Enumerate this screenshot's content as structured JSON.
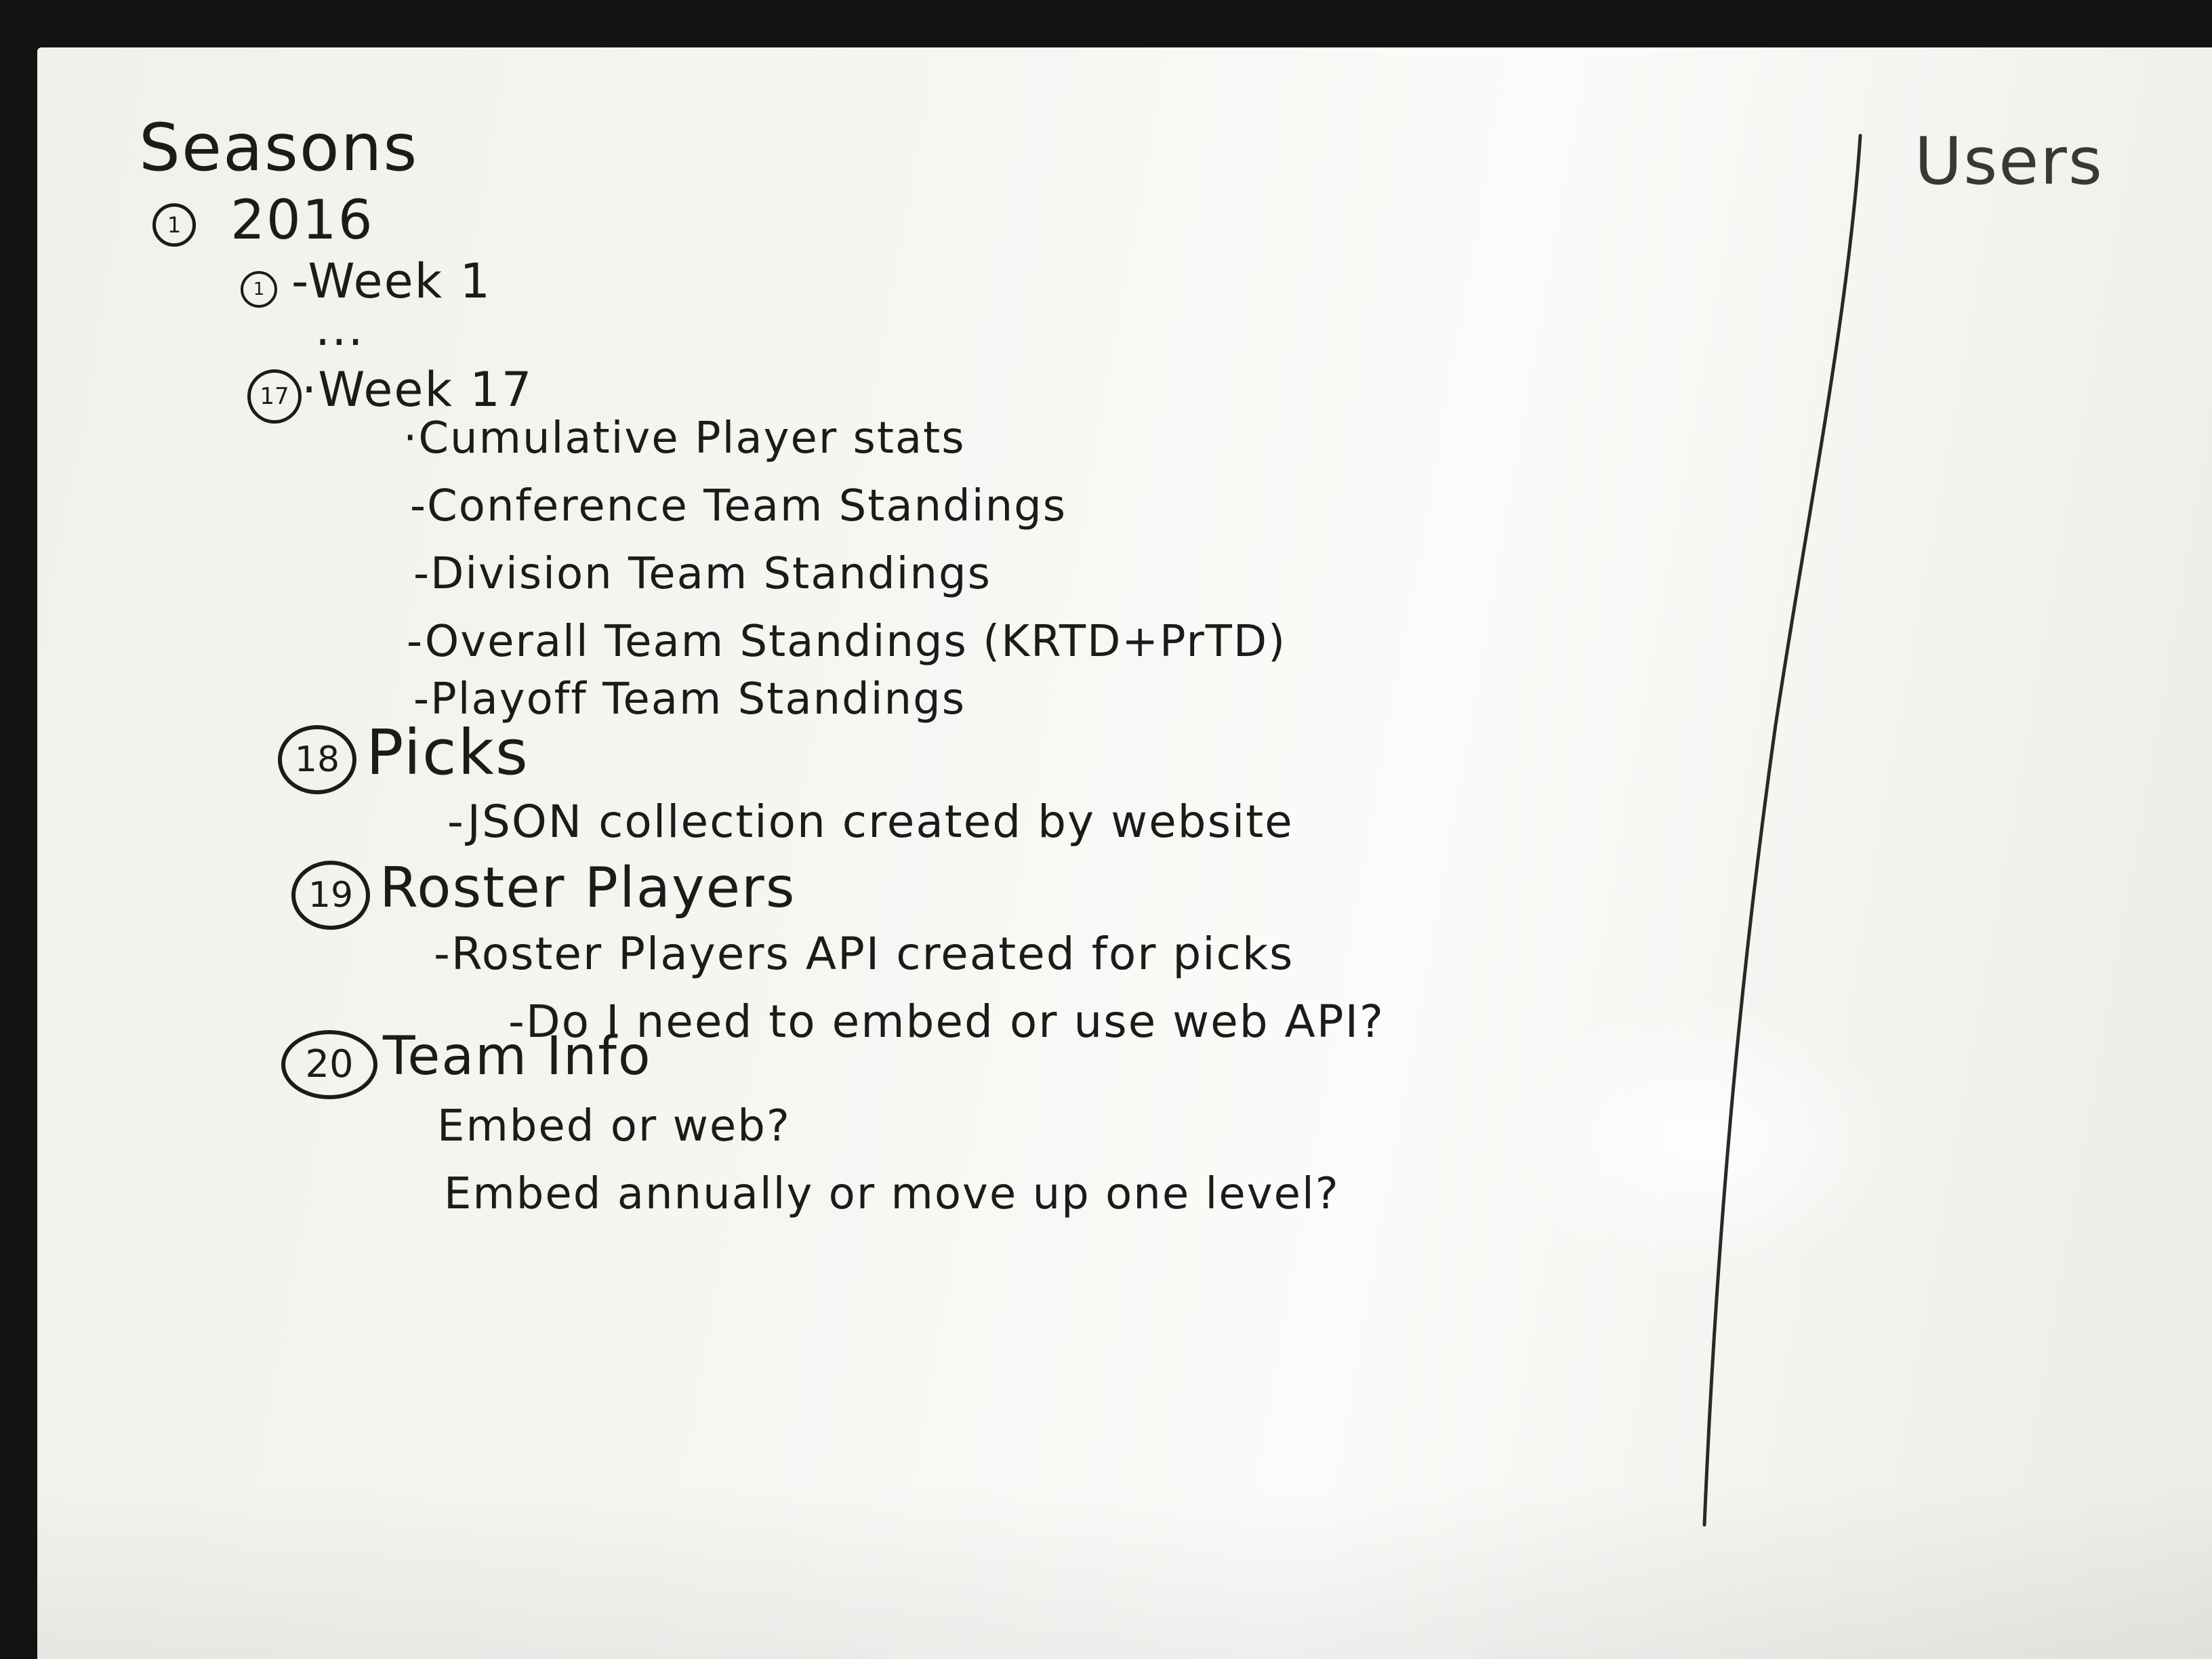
{
  "board": {
    "left_heading": "Seasons",
    "right_heading": "Users",
    "season": {
      "number": "1",
      "label": "2016"
    },
    "week_first": {
      "number": "1",
      "label": "-Week 1"
    },
    "ellipsis": "...",
    "week_last": {
      "number": "17",
      "label": "·Week 17",
      "items": [
        "·Cumulative Player stats",
        "-Conference Team Standings",
        "-Division Team Standings",
        "-Overall Team Standings (KRTD+PrTD)",
        "-Playoff Team Standings"
      ]
    },
    "picks": {
      "number": "18",
      "label": "Picks",
      "items": [
        "-JSON collection created by website"
      ]
    },
    "roster": {
      "number": "19",
      "label": "Roster Players",
      "items": [
        "-Roster Players API created for picks"
      ],
      "sub_items": [
        "-Do I need to embed or use web API?"
      ]
    },
    "team_info": {
      "number": "20",
      "label": "Team Info",
      "items": [
        "Embed or web?",
        "Embed annually or move up one level?"
      ]
    }
  }
}
